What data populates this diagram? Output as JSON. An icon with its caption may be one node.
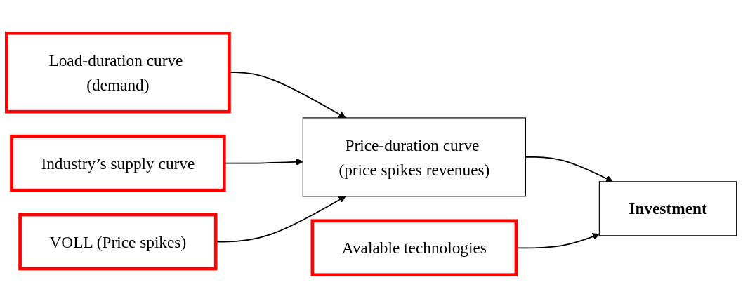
{
  "diagram": {
    "nodes": [
      {
        "text": [
          "Load-duration curve (demand)"
        ]
      },
      {
        "text": [
          "Industry’s supply curve"
        ]
      },
      {
        "text": [
          "VOLL (Price spikes)"
        ]
      },
      {
        "text": [
          "Price-duration curve (price spikes revenues)"
        ]
      },
      {
        "text": [
          "Investment"
        ]
      },
      {
        "text": [
          "Avalable technologies"
        ]
      }
    ],
    "edges": [
      {
        "from": 0,
        "to": 3,
        "arrow": "to"
      },
      {
        "from": 1,
        "to": 3,
        "arrow": "to"
      },
      {
        "from": 2,
        "to": 3,
        "arrow": "to"
      },
      {
        "from": 3,
        "to": 4,
        "arrow": "to"
      },
      {
        "from": 5,
        "to": 4,
        "arrow": "to"
      }
    ]
  }
}
